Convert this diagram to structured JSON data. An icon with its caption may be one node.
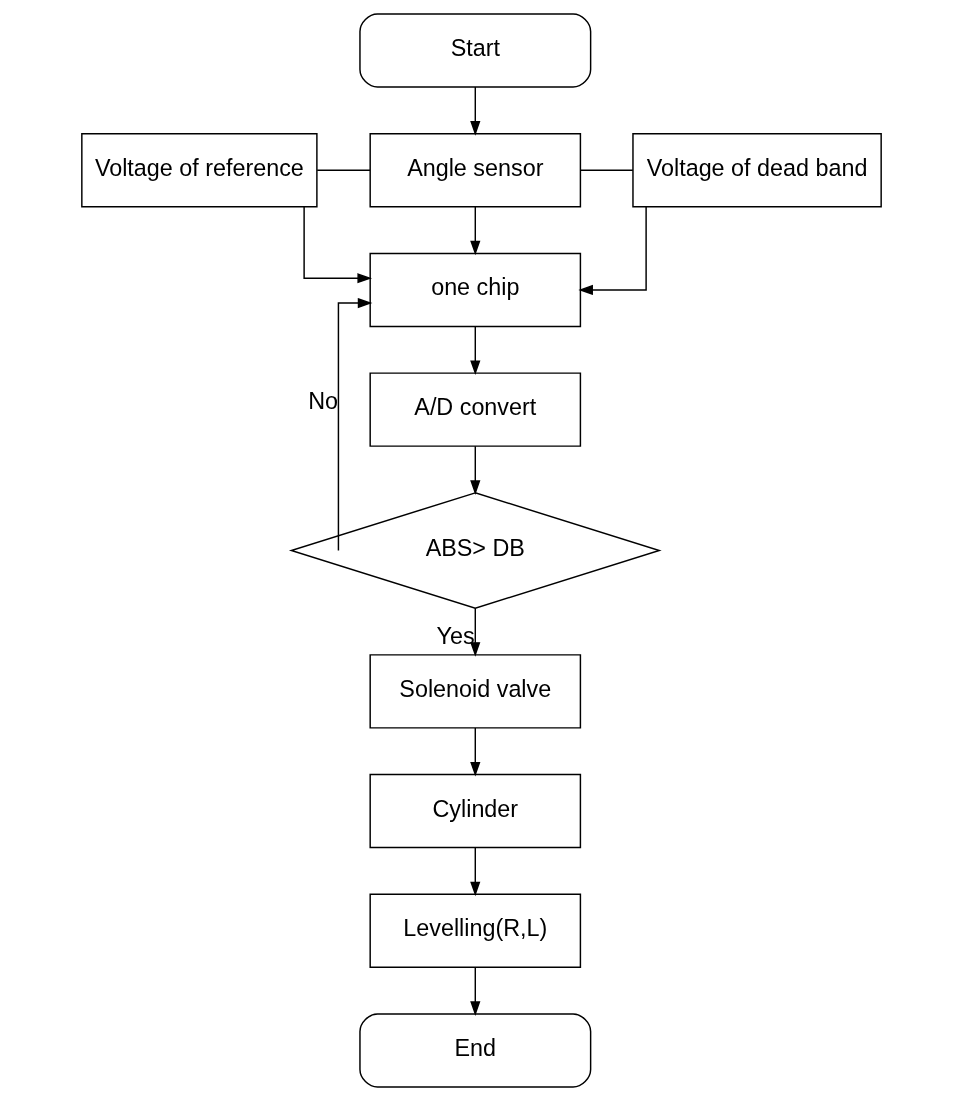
{
  "diagram": {
    "nodes": [
      {
        "text": [
          "Start"
        ]
      },
      {
        "text": [
          "Voltage of reference"
        ]
      },
      {
        "text": [
          "Angle sensor"
        ]
      },
      {
        "text": [
          "Voltage of dead band"
        ]
      },
      {
        "text": [
          "one chip"
        ]
      },
      {
        "text": [
          "A/D convert"
        ]
      },
      {
        "text": [
          "ABS> DB"
        ]
      },
      {
        "text": [
          "Solenoid valve"
        ]
      },
      {
        "text": [
          "Cylinder"
        ]
      },
      {
        "text": [
          "Levelling(R,L)"
        ]
      },
      {
        "text": [
          "End"
        ]
      }
    ],
    "edges": [
      {
        "from": 0,
        "to": 2,
        "arrow": "to"
      },
      {
        "from": 1,
        "to": 2,
        "arrow": "none"
      },
      {
        "from": 2,
        "to": 3,
        "arrow": "none"
      },
      {
        "from": 2,
        "to": 4,
        "arrow": "to"
      },
      {
        "from": 1,
        "to": 4,
        "arrow": "to"
      },
      {
        "from": 3,
        "to": 4,
        "arrow": "to"
      },
      {
        "from": 4,
        "to": 5,
        "arrow": "to"
      },
      {
        "from": 5,
        "to": 6,
        "arrow": "to"
      },
      {
        "from": 6,
        "to": 4,
        "arrow": "to",
        "label": "No"
      },
      {
        "from": 6,
        "to": 7,
        "arrow": "to",
        "label": "Yes"
      },
      {
        "from": 7,
        "to": 8,
        "arrow": "to"
      },
      {
        "from": 8,
        "to": 9,
        "arrow": "to"
      },
      {
        "from": 9,
        "to": 10,
        "arrow": "to"
      }
    ]
  }
}
